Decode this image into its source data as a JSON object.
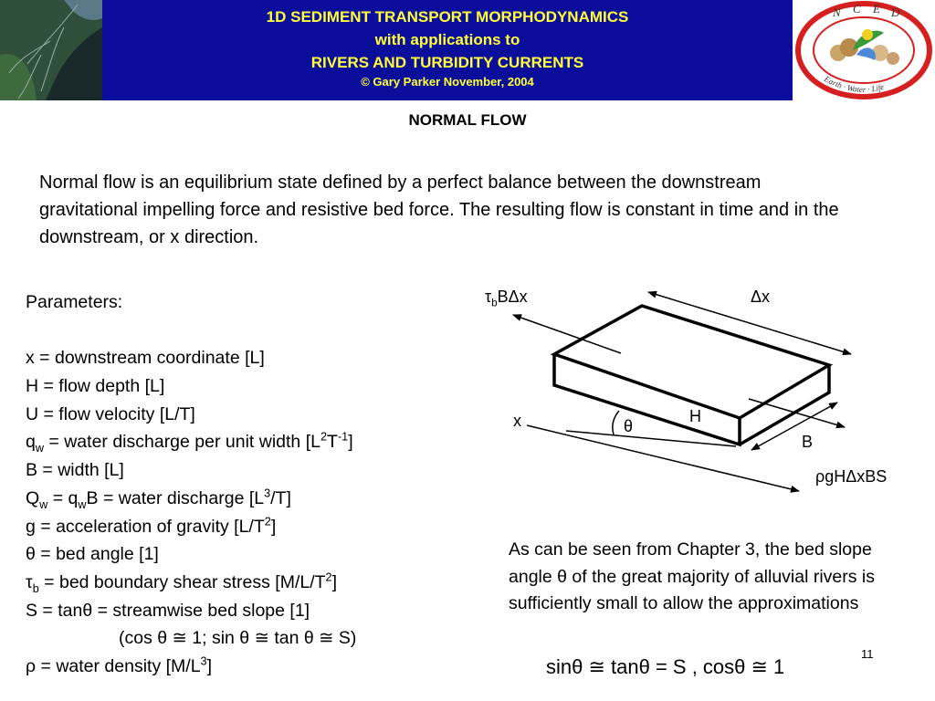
{
  "header": {
    "line1": "1D SEDIMENT TRANSPORT MORPHODYNAMICS",
    "line2": "with applications to",
    "line3": "RIVERS AND TURBIDITY CURRENTS",
    "copyright": "© Gary Parker November, 2004",
    "logo_letters": [
      "N",
      "C",
      "E",
      "D"
    ],
    "logo_tagline": "Earth · Water · Life",
    "colors": {
      "band": "#0b0e9a",
      "text": "#ffff3a",
      "logo_ring": "#d61f1f"
    }
  },
  "title": "NORMAL FLOW",
  "intro": "Normal flow is an equilibrium state defined by a perfect balance between  the downstream gravitational impelling force and resistive bed force.  The resulting flow is constant in time and in the downstream, or x direction.",
  "params": {
    "heading": "Parameters:",
    "x": "x = downstream coordinate [L]",
    "H": "H = flow depth [L]",
    "U": "U = flow velocity [L/T]",
    "qw_pre": "q",
    "qw_sub": "w",
    "qw_mid": " = water discharge per unit width  [L",
    "qw_sup1": "2",
    "qw_t": "T",
    "qw_sup2": "-1",
    "qw_end": "]",
    "B": "B = width [L]",
    "Qw_pre": "Q",
    "Qw_sub": "w",
    "Qw_mid": " = q",
    "Qw_sub2": "w",
    "Qw_mid2": "B = water discharge [L",
    "Qw_sup": "3",
    "Qw_end": "/T]",
    "g_pre": "g = acceleration of gravity [L/T",
    "g_sup": "2",
    "g_end": "]",
    "theta": "θ = bed angle [1]",
    "tau_pre": "τ",
    "tau_sub": "b",
    "tau_mid": " = bed boundary shear stress [M/L/T",
    "tau_sup": "2",
    "tau_end": "]",
    "S": "S = tanθ = streamwise bed slope [1]",
    "approx": "(cos  θ ≅ 1; sin  θ ≅ tan  θ ≅ S)",
    "rho_pre": "ρ = water density [M/L",
    "rho_sup": "3",
    "rho_end": "]"
  },
  "diagram": {
    "tau_label_pre": "τ",
    "tau_label_sub": "b",
    "tau_label_post": "BΔx",
    "dx": "Δx",
    "x": "x",
    "theta": "θ",
    "H": "H",
    "B": "B",
    "gravity": "ρgHΔxBS"
  },
  "note": "As can be seen from Chapter 3, the bed slope angle θ of the great majority of alluvial rivers is sufficiently small to allow the approximations",
  "equation": "sinθ ≅ tanθ = S ,    cosθ ≅ 1",
  "page_number": "11"
}
